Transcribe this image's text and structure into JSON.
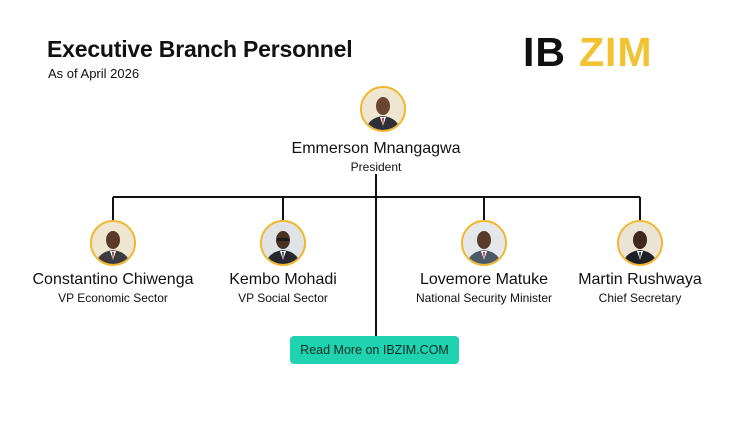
{
  "header": {
    "title": "Executive Branch Personnel",
    "subtitle": "As of April 2026"
  },
  "logo": {
    "part1": "IB",
    "part2": "ZIM",
    "color1": "#111111",
    "color2": "#f1c232"
  },
  "colors": {
    "photo_ring": "#f1b62a",
    "button": "#1fd3b0",
    "connector": "#111111"
  },
  "org": {
    "head": {
      "name": "Emmerson Mnangagwa",
      "role": "President"
    },
    "members": [
      {
        "name": "Constantino Chiwenga",
        "role": "VP  Economic Sector"
      },
      {
        "name": "Kembo Mohadi",
        "role": "VP Social Sector"
      },
      {
        "name": "Lovemore Matuke",
        "role": "National Security Minister"
      },
      {
        "name": "Martin Rushwaya",
        "role": "Chief Secretary"
      }
    ]
  },
  "cta": {
    "label": "Read More on IBZIM.COM"
  }
}
